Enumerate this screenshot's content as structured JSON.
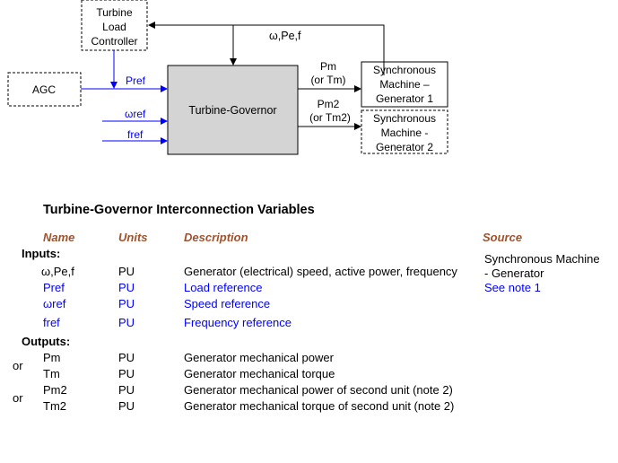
{
  "colors": {
    "blue": "#0000ff",
    "header_brown": "#a0522d",
    "governor_fill": "#d4d4d4"
  },
  "diagram": {
    "turbine_load_controller": [
      "Turbine",
      "Load",
      "Controller"
    ],
    "agc": "AGC",
    "governor": "Turbine-Governor",
    "sm1": [
      "Synchronous",
      "Machine –",
      "Generator 1"
    ],
    "sm2": [
      "Synchronous",
      "Machine -",
      "Generator 2"
    ],
    "feedback_label": "ω,Pe,f",
    "pref": "Pref",
    "wref": "ωref",
    "fref": "fref",
    "pm": "Pm",
    "or_tm": "(or Tm)",
    "pm2": "Pm2",
    "or_tm2": "(or Tm2)"
  },
  "table": {
    "title": "Turbine-Governor Interconnection Variables",
    "headers": {
      "name": "Name",
      "units": "Units",
      "description": "Description",
      "source": "Source"
    },
    "inputs_label": "Inputs:",
    "outputs_label": "Outputs:",
    "inputs": [
      {
        "name": "ω,Pe,f",
        "units": "PU",
        "description": "Generator (electrical) speed, active power, frequency",
        "source_lines": [
          "Synchronous Machine",
          "- Generator"
        ],
        "blue": false
      },
      {
        "name": "Pref",
        "units": "PU",
        "description": "Load reference",
        "source_lines": [
          "See note 1"
        ],
        "blue": true
      },
      {
        "name": "ωref",
        "units": "PU",
        "description": "Speed reference",
        "source_lines": [],
        "blue": true
      },
      {
        "name": "fref",
        "units": "PU",
        "description": "Frequency reference",
        "source_lines": [],
        "blue": true
      }
    ],
    "outputs": [
      {
        "name": "Pm",
        "units": "PU",
        "description": "Generator mechanical power"
      },
      {
        "name": "Tm",
        "units": "PU",
        "description": "Generator mechanical torque"
      },
      {
        "name": "Pm2",
        "units": "PU",
        "description": "Generator mechanical power of second unit (note 2)"
      },
      {
        "name": "Tm2",
        "units": "PU",
        "description": "Generator mechanical torque of second unit (note 2)"
      }
    ],
    "or_label": "or"
  }
}
